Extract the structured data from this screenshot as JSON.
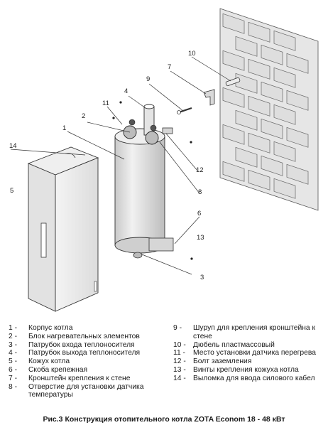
{
  "callouts": [
    "1",
    "2",
    "3",
    "4",
    "5",
    "6",
    "7",
    "8",
    "9",
    "10",
    "11",
    "12",
    "13",
    "14"
  ],
  "legend": {
    "left": [
      {
        "num": "1 -",
        "text": "Корпус котла"
      },
      {
        "num": "2 -",
        "text": "Блок нагревательных элементов"
      },
      {
        "num": "3 -",
        "text": "Патрубок входа теплоносителя"
      },
      {
        "num": "4 -",
        "text": "Патрубок выхода теплоносителя"
      },
      {
        "num": "5 -",
        "text": "Кожух котла"
      },
      {
        "num": "6 -",
        "text": "Скоба крепежная"
      },
      {
        "num": "7 -",
        "text": "Кронштейн крепления к стене"
      },
      {
        "num": "8 -",
        "text": "Отверстие для установки датчика температуры"
      }
    ],
    "right": [
      {
        "num": "9 -",
        "text": "Шуруп для крепления кронштейна к стене"
      },
      {
        "num": "10 -",
        "text": "Дюбель пластмассовый"
      },
      {
        "num": "11 -",
        "text": "Место установки датчика перегрева"
      },
      {
        "num": "12 -",
        "text": "Болт заземления"
      },
      {
        "num": "13 -",
        "text": "Винты крепления кожуха котла"
      },
      {
        "num": "14 -",
        "text": "Выломка для ввода силового кабел"
      }
    ]
  },
  "caption": "Рис.3 Конструкция отопительного котла ZOTA Econom 18 - 48 кВт"
}
